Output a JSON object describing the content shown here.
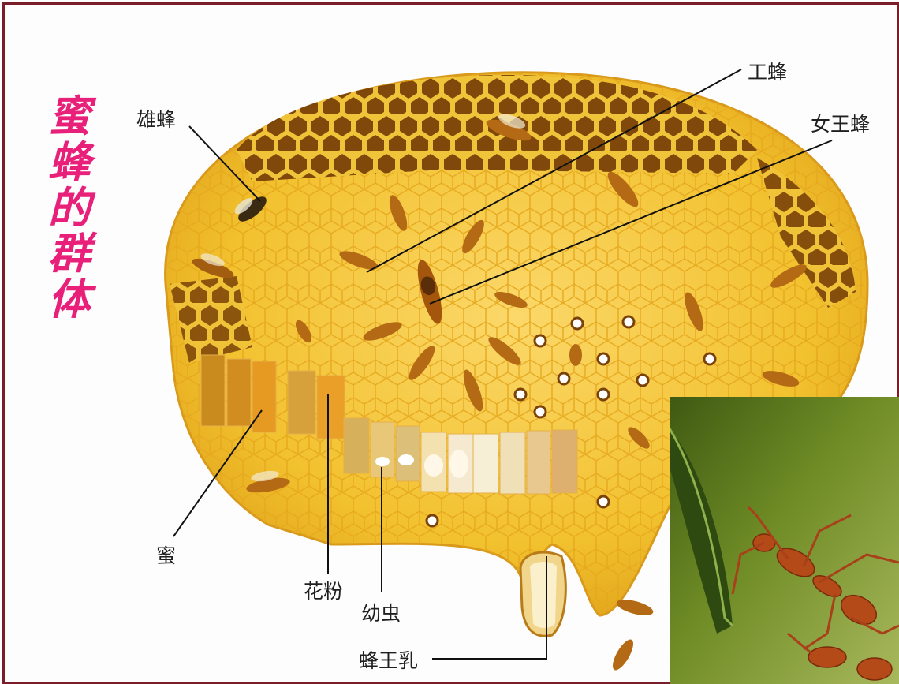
{
  "title_chars": [
    "蜜",
    "蜂",
    "的",
    "群",
    "体"
  ],
  "labels": {
    "drone": "雄蜂",
    "worker": "工蜂",
    "queen": "女王蜂",
    "honey": "蜜",
    "pollen": "花粉",
    "larva": "幼虫",
    "royal_jelly": "蜂王乳"
  },
  "colors": {
    "frame": "#7a1f2a",
    "title": "#e8207a",
    "comb": "#f2c12e",
    "cell_dark": "#7a4208",
    "photo_bg": "#6e8a2a"
  }
}
